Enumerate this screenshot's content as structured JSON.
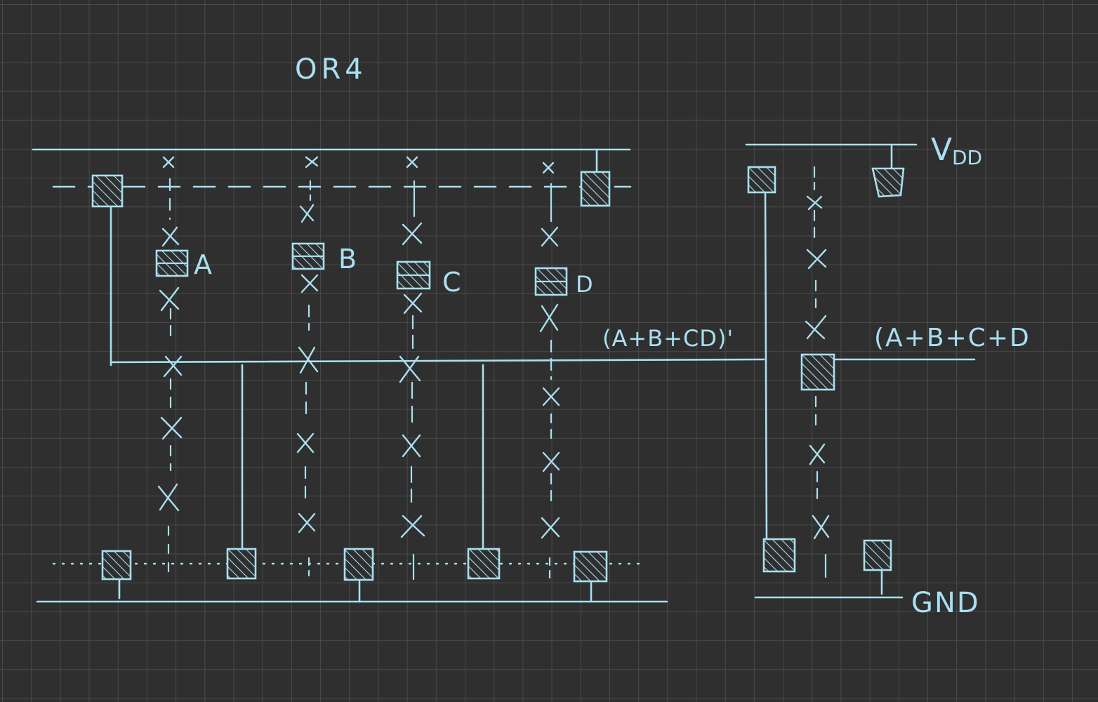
{
  "title": "OR4",
  "inputs": [
    "A",
    "B",
    "C",
    "D"
  ],
  "nand_output_label": "(A+B+CD)'",
  "output_label": "(A+B+C+D",
  "supply_label": "VDD",
  "ground_label": "GND",
  "colors": {
    "background": "#2f2f2f",
    "grid": "#4a4a4a",
    "ink": "#a9dff0"
  }
}
